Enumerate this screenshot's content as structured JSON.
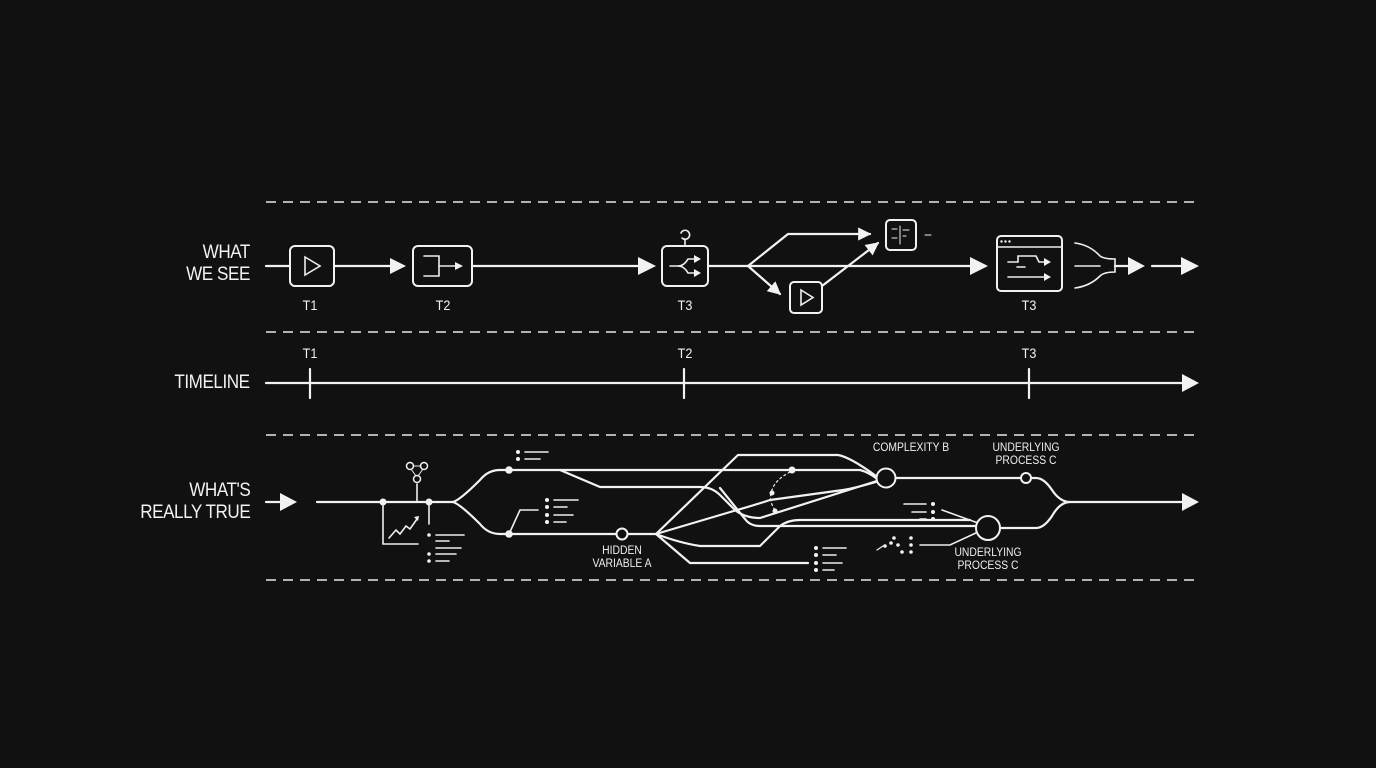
{
  "rows": {
    "what_we_see": {
      "label_line1": "WHAT",
      "label_line2": "WE SEE"
    },
    "timeline": {
      "label": "TIMELINE"
    },
    "whats_really_true": {
      "label_line1": "WHAT'S",
      "label_line2": "REALLY TRUE"
    }
  },
  "what_we_see": {
    "nodes": [
      {
        "id": "play-box",
        "icon": "play-icon",
        "label": "T1"
      },
      {
        "id": "exit-box",
        "icon": "exit-arrow-icon",
        "label": "T2"
      },
      {
        "id": "split-box",
        "icon": "split-arrows-icon",
        "label": "T3"
      },
      {
        "id": "branch-play-box",
        "icon": "play-icon",
        "label": ""
      },
      {
        "id": "formula-box",
        "icon": "formula-icon",
        "label": ""
      },
      {
        "id": "window-box",
        "icon": "window-flow-icon",
        "label": "T3"
      }
    ]
  },
  "timeline": {
    "ticks": [
      {
        "label": "T1"
      },
      {
        "label": "T2"
      },
      {
        "label": "T3"
      }
    ]
  },
  "whats_really_true": {
    "annotations": {
      "hidden_variable": {
        "line1": "HIDDEN",
        "line2": "VARIABLE A"
      },
      "complexity": {
        "line1": "COMPLEXITY B"
      },
      "process_top": {
        "line1": "UNDERLYING",
        "line2": "PROCESS C"
      },
      "process_bottom": {
        "line1": "UNDERLYING",
        "line2": "PROCESS C"
      }
    }
  },
  "colors": {
    "background": "#111111",
    "stroke": "#f2f2f2"
  }
}
